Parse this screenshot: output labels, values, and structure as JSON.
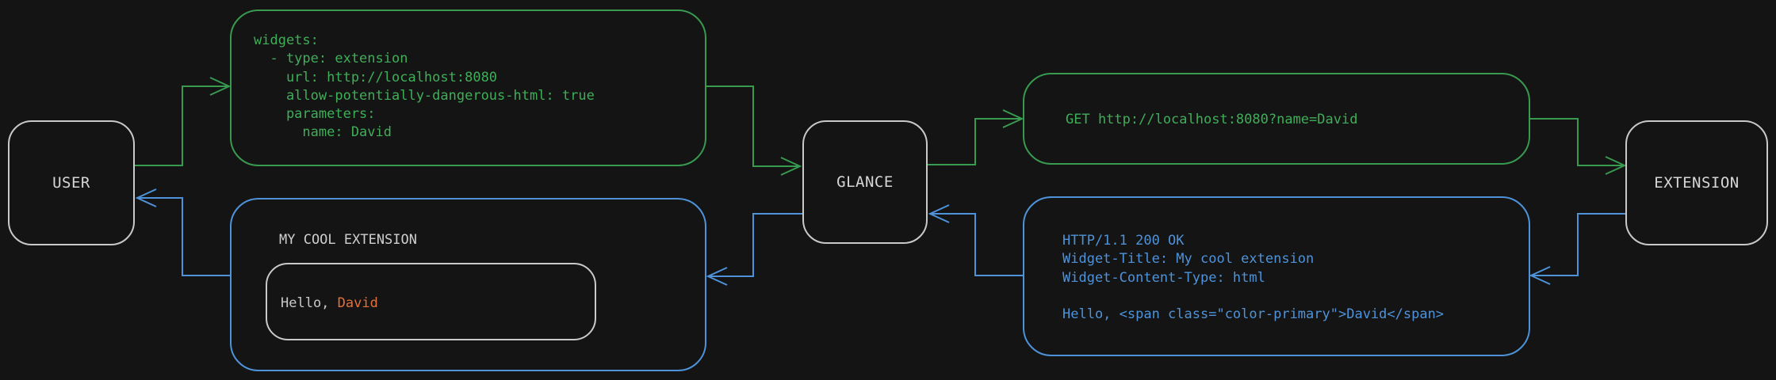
{
  "colors": {
    "background": "#141414",
    "flow_request_green": "#389a4f",
    "flow_response_blue": "#4e93d9",
    "accent_name_orange": "#e2703a",
    "node_border": "#c9c9c9",
    "node_text": "#d6d6d6"
  },
  "nodes": {
    "user": "USER",
    "glance": "GLANCE",
    "extension": "EXTENSION"
  },
  "config_box": {
    "code": "widgets:\n  - type: extension\n    url: http://localhost:8080\n    allow-potentially-dangerous-html: true\n    parameters:\n      name: David"
  },
  "request_box": {
    "code": "GET http://localhost:8080?name=David"
  },
  "response_box": {
    "code": "HTTP/1.1 200 OK\nWidget-Title: My cool extension\nWidget-Content-Type: html\n\nHello, <span class=\"color-primary\">David</span>"
  },
  "widget_box": {
    "title": "MY COOL EXTENSION",
    "greeting_prefix": "Hello, ",
    "greeting_name": "David"
  }
}
